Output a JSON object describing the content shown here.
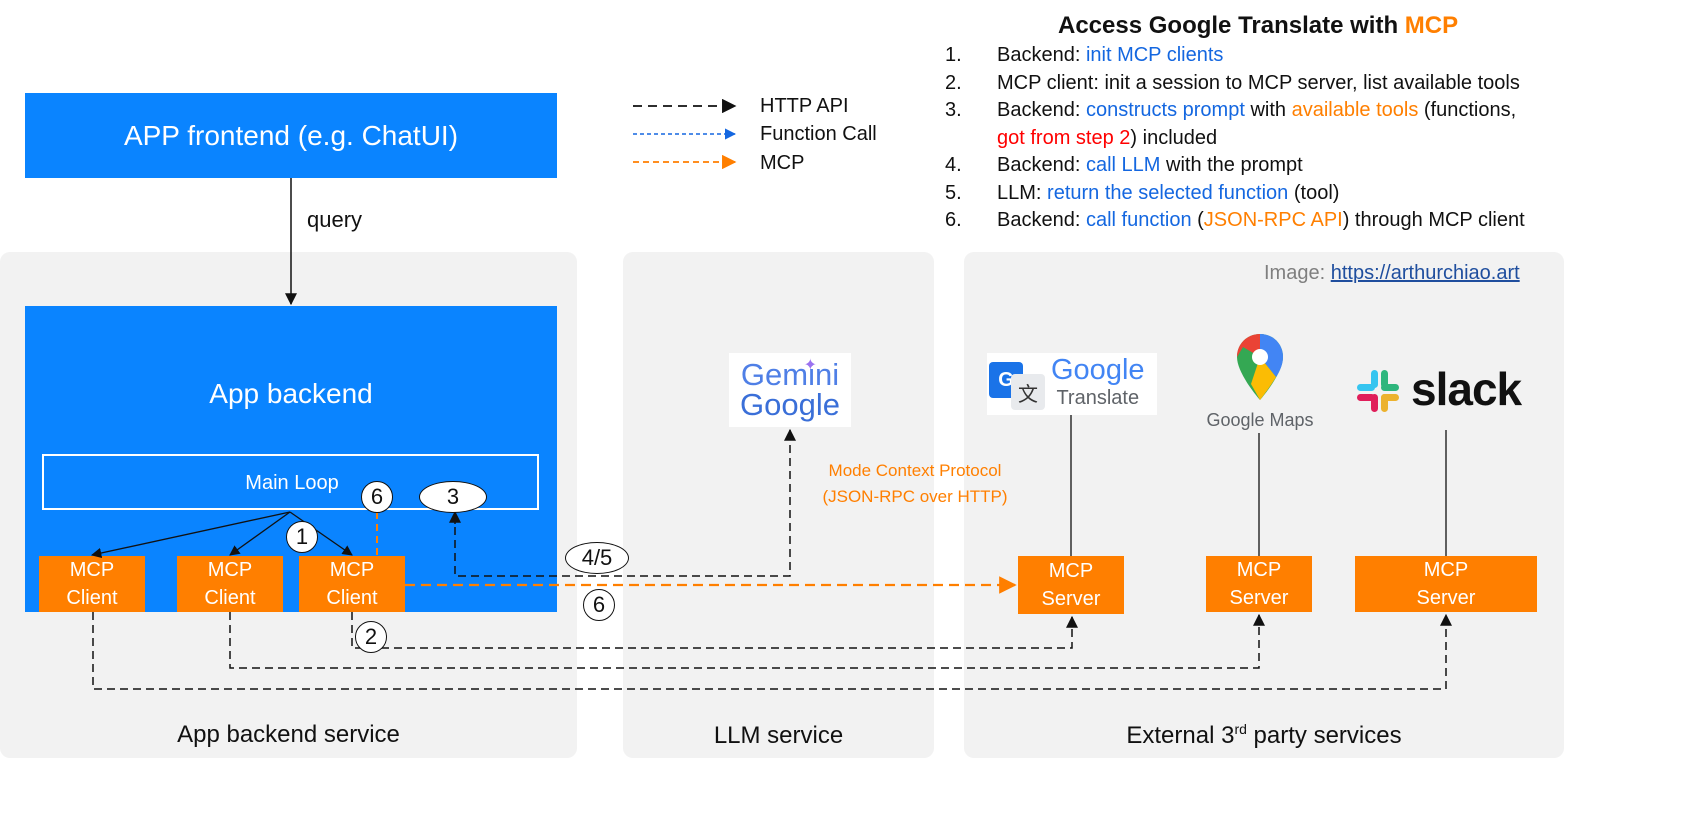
{
  "colors": {
    "blue_box": "#0a84ff",
    "orange_box": "#ff7f00",
    "panel_bg": "#f2f2f2",
    "accent_blue": "#1467e0",
    "accent_orange": "#ff7f00",
    "accent_red": "#ff0000"
  },
  "title": {
    "prefix": "Access Google Translate with ",
    "highlight": "MCP"
  },
  "steps": [
    {
      "num": "1.",
      "parts": [
        {
          "t": "Backend: ",
          "c": ""
        },
        {
          "t": "init MCP clients",
          "c": "blue"
        }
      ]
    },
    {
      "num": "2.",
      "parts": [
        {
          "t": "MCP client: init a session to MCP server, list available tools",
          "c": ""
        }
      ]
    },
    {
      "num": "3.",
      "parts": [
        {
          "t": "Backend: ",
          "c": ""
        },
        {
          "t": "constructs prompt",
          "c": "blue"
        },
        {
          "t": " with ",
          "c": ""
        },
        {
          "t": "available tools",
          "c": "orange"
        },
        {
          "t": " (functions,",
          "c": ""
        }
      ]
    },
    {
      "num": "",
      "parts": [
        {
          "t": "got from step 2",
          "c": "red"
        },
        {
          "t": ") included",
          "c": ""
        }
      ]
    },
    {
      "num": "4.",
      "parts": [
        {
          "t": "Backend: ",
          "c": ""
        },
        {
          "t": "call LLM",
          "c": "blue"
        },
        {
          "t": " with the prompt",
          "c": ""
        }
      ]
    },
    {
      "num": "5.",
      "parts": [
        {
          "t": "LLM: ",
          "c": ""
        },
        {
          "t": "return the selected function",
          "c": "blue"
        },
        {
          "t": " (tool)",
          "c": ""
        }
      ]
    },
    {
      "num": "6.",
      "parts": [
        {
          "t": "Backend: ",
          "c": ""
        },
        {
          "t": "call function",
          "c": "blue"
        },
        {
          "t": " (",
          "c": ""
        },
        {
          "t": "JSON-RPC API",
          "c": "orange"
        },
        {
          "t": ") through MCP client",
          "c": ""
        }
      ]
    }
  ],
  "legend": {
    "http": "HTTP API",
    "function_call": "Function Call",
    "mcp": "MCP"
  },
  "image_credit": {
    "label": "Image: ",
    "link": "https://arthurchiao.art"
  },
  "frontend": {
    "label": "APP frontend (e.g. ChatUI)"
  },
  "query_label": "query",
  "backend": {
    "label": "App backend",
    "main_loop": "Main Loop"
  },
  "mcp_client": {
    "line1": "MCP",
    "line2": "Client"
  },
  "mcp_server": {
    "line1": "MCP",
    "line2": "Server"
  },
  "step_markers": {
    "one": "1",
    "two": "2",
    "three": "3",
    "four_five": "4/5",
    "six": "6"
  },
  "protocol_note": {
    "line1": "Mode Context Protocol",
    "line2": "(JSON-RPC over HTTP)"
  },
  "panels": {
    "app_backend_service": "App backend service",
    "llm_service": "LLM service",
    "external_prefix": "External 3",
    "external_sup": "rd",
    "external_suffix": " party services"
  },
  "logos": {
    "gemini": {
      "line1": "Gemini",
      "line2": "Google"
    },
    "translate": {
      "g_mark": "G",
      "wordmark": "Google",
      "product": "Translate"
    },
    "maps": {
      "wordmark": "Google Maps"
    },
    "slack": {
      "wordmark": "slack"
    }
  }
}
